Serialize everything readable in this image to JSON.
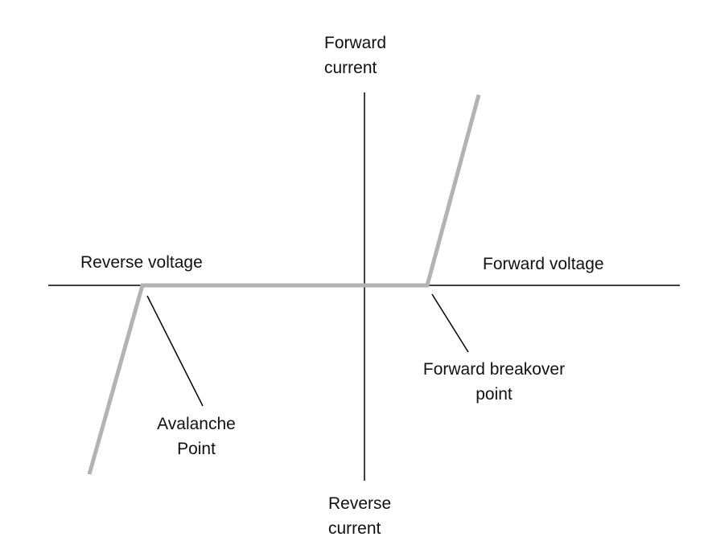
{
  "diagram": {
    "labels": {
      "forward_current": [
        "Forward",
        "current"
      ],
      "reverse_current": [
        "Reverse",
        "current"
      ],
      "reverse_voltage": "Reverse voltage",
      "forward_voltage": "Forward voltage",
      "forward_breakover_point": [
        "Forward breakover",
        "point"
      ],
      "avalanche_point": [
        "Avalanche",
        "Point"
      ]
    },
    "colors": {
      "axes": "#000000",
      "curve": "#b3b3b3",
      "leader_lines": "#000000",
      "text": "#111111"
    }
  }
}
